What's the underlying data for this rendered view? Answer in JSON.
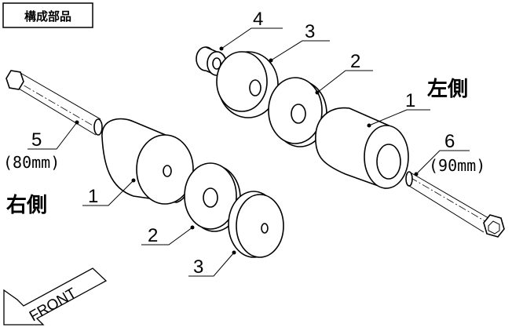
{
  "title": "構成部品",
  "sides": {
    "right": "右側",
    "left": "左側"
  },
  "labels": {
    "left_bolt": "5",
    "left_bolt_len": "(80mm)",
    "left_collar": "1",
    "left_washer": "2",
    "left_cap": "3",
    "spacer": "4",
    "right_cap": "3",
    "right_washer": "2",
    "right_collar": "1",
    "right_bolt": "6",
    "right_bolt_len": "(90mm)"
  },
  "front_label": "FRONT"
}
